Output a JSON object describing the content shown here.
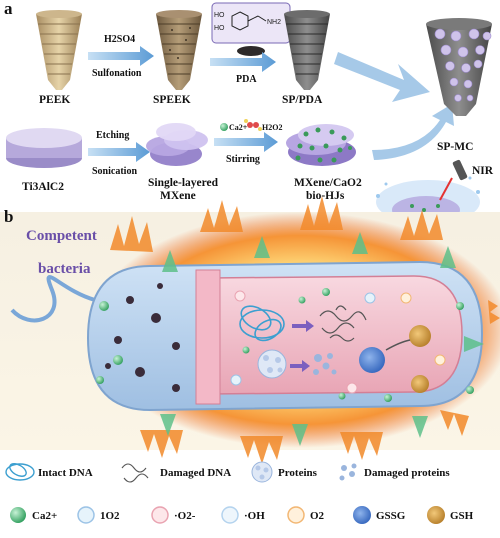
{
  "panel_a": {
    "label": "a",
    "row1": {
      "peek": "PEEK",
      "h2so4": "H2SO4",
      "sulfonation": "Sulfonation",
      "speek": "SPEEK",
      "pda": "PDA",
      "sp_pda": "SP/PDA",
      "molecule_ho1": "HO",
      "molecule_ho2": "HO",
      "molecule_nh2": "NH2"
    },
    "row2": {
      "ti3alc2": "Ti3AlC2",
      "etching": "Etching",
      "sonication": "Sonication",
      "single_layered_1": "Single-layered",
      "single_layered_2": "MXene",
      "ca": "Ca2+",
      "h2o2": "H2O2",
      "stirring": "Stirring",
      "mxene_1": "MXene/CaO2",
      "mxene_2": "bio-HJs"
    },
    "sp_mc": "SP-MC",
    "nir": "NIR"
  },
  "panel_b": {
    "label": "b",
    "competent_1": "Competent",
    "competent_2": "bacteria"
  },
  "legend": {
    "intact_dna": "Intact DNA",
    "damaged_dna": "Damaged DNA",
    "proteins": "Proteins",
    "damaged_proteins": "Damaged proteins",
    "ca": "Ca2+",
    "singlet_o2": "1O2",
    "superoxide": "·O2-",
    "oh": "·OH",
    "o2": "O2",
    "gssg": "GSSG",
    "gsh": "GSH"
  },
  "colors": {
    "accent_purple": "#6a4fa8",
    "arrow_blue": "#6fa7d8",
    "flame": "#f28a2a",
    "ca_green": "#4cbf7a"
  }
}
